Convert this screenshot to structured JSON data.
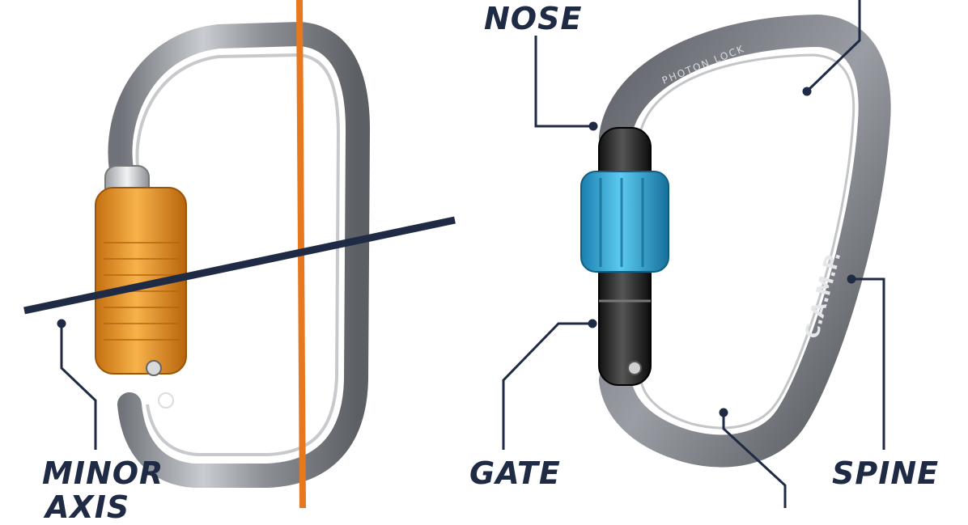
{
  "labels": {
    "nose": "NOSE",
    "minor_axis_line1": "MINOR",
    "minor_axis_line2": "AXIS",
    "gate": "GATE",
    "spine": "SPINE"
  },
  "engravings": {
    "camp_logo": "C.A.M.P.",
    "photon_lock": "PHOTON LOCK"
  },
  "colors": {
    "label_text": "#1f2a44",
    "leader_line": "#1f2a44",
    "minor_axis_line": "#1f2a44",
    "major_axis_line": "#e8781e",
    "lock_sleeve_left": "#f0a030",
    "lock_sleeve_right": "#2aa6d6",
    "carabiner_metal": "#8a8d92"
  }
}
